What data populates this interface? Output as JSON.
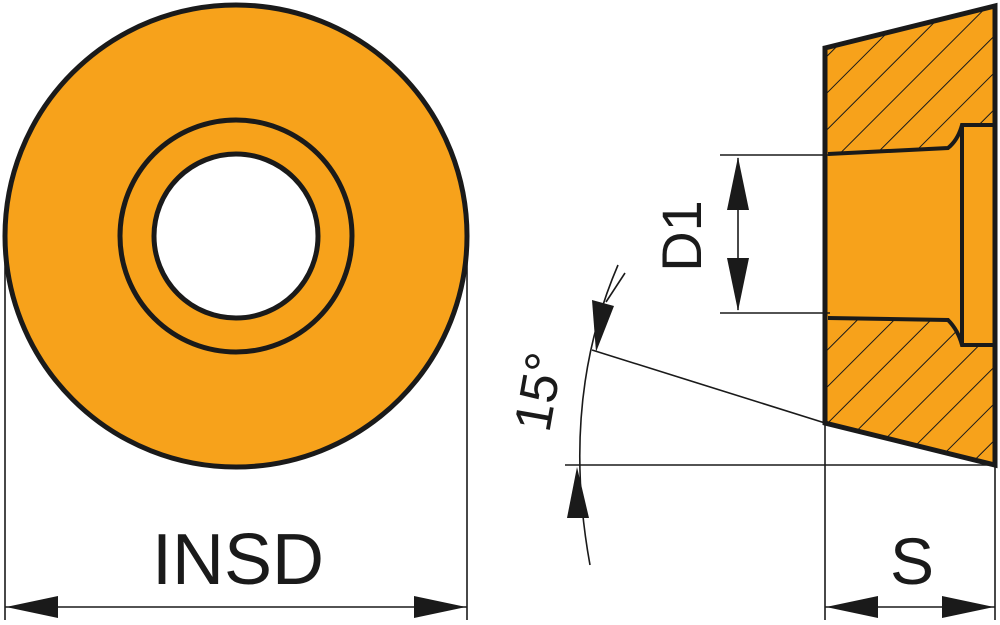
{
  "diagram": {
    "insert_color": "#F7A21B",
    "line_color": "#1a1a1a",
    "labels": {
      "insd": "INSD",
      "d1": "D1",
      "s": "S",
      "angle": "15°"
    }
  }
}
